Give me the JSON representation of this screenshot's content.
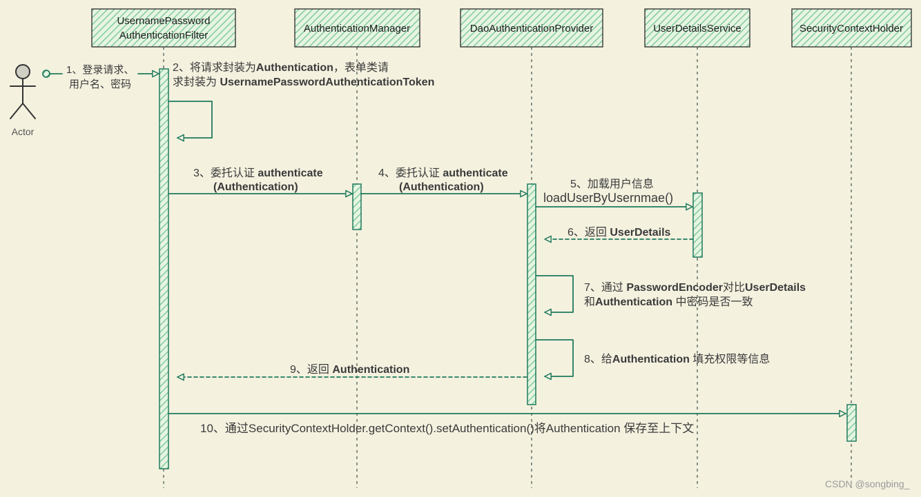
{
  "participants": [
    {
      "lines": [
        "UsernamePassword",
        "AuthenticationFilter"
      ]
    },
    {
      "lines": [
        "AuthenticationManager"
      ]
    },
    {
      "lines": [
        "DaoAuthenticationProvider"
      ]
    },
    {
      "lines": [
        "UserDetailsService"
      ]
    },
    {
      "lines": [
        "SecurityContextHolder"
      ]
    }
  ],
  "actor": {
    "label": "Actor"
  },
  "messages": [
    {
      "l1": [
        "1、登录请求、"
      ],
      "l2": [
        "用户名、密码"
      ]
    },
    {
      "l1": [
        "2、将请求封装为",
        "Authentication",
        "，表单类请"
      ],
      "l2": [
        "求封装为 ",
        "UsernamePasswordAuthenticationToken"
      ]
    },
    {
      "l1": [
        "3、委托认证 ",
        "authenticate"
      ],
      "l2": [
        "(Authentication)"
      ]
    },
    {
      "l1": [
        "4、委托认证 ",
        "authenticate"
      ],
      "l2": [
        "(Authentication)"
      ]
    },
    {
      "l1": [
        "5、加载用户信息"
      ],
      "l2": [
        "loadUserByUsernmae()"
      ]
    },
    {
      "l1": [
        "6、返回 ",
        "UserDetails"
      ]
    },
    {
      "l1": [
        "7、通过 ",
        "PasswordEncoder",
        "对比",
        "UserDetails"
      ],
      "l2": [
        "和",
        "Authentication",
        " 中密码是否一致"
      ]
    },
    {
      "l1": [
        "8、给",
        "Authentication",
        " 填充权限等信息"
      ]
    },
    {
      "l1": [
        "9、返回 ",
        "Authentication"
      ]
    },
    {
      "l1": [
        "10、通过SecurityContextHolder.getContext().setAuthentication()将Authentication 保存至上下文"
      ]
    }
  ],
  "watermark": "CSDN @songbing_",
  "colors": {
    "background": "#f4f1df",
    "arrow": "#1e7a5c",
    "hatch": "#6fc48f",
    "hatch_fill": "#e6f4e2",
    "text": "#3a3a3a",
    "border": "#2a2a2a",
    "lifeline": "#3f5249",
    "watermark": "#9a9a9a"
  }
}
